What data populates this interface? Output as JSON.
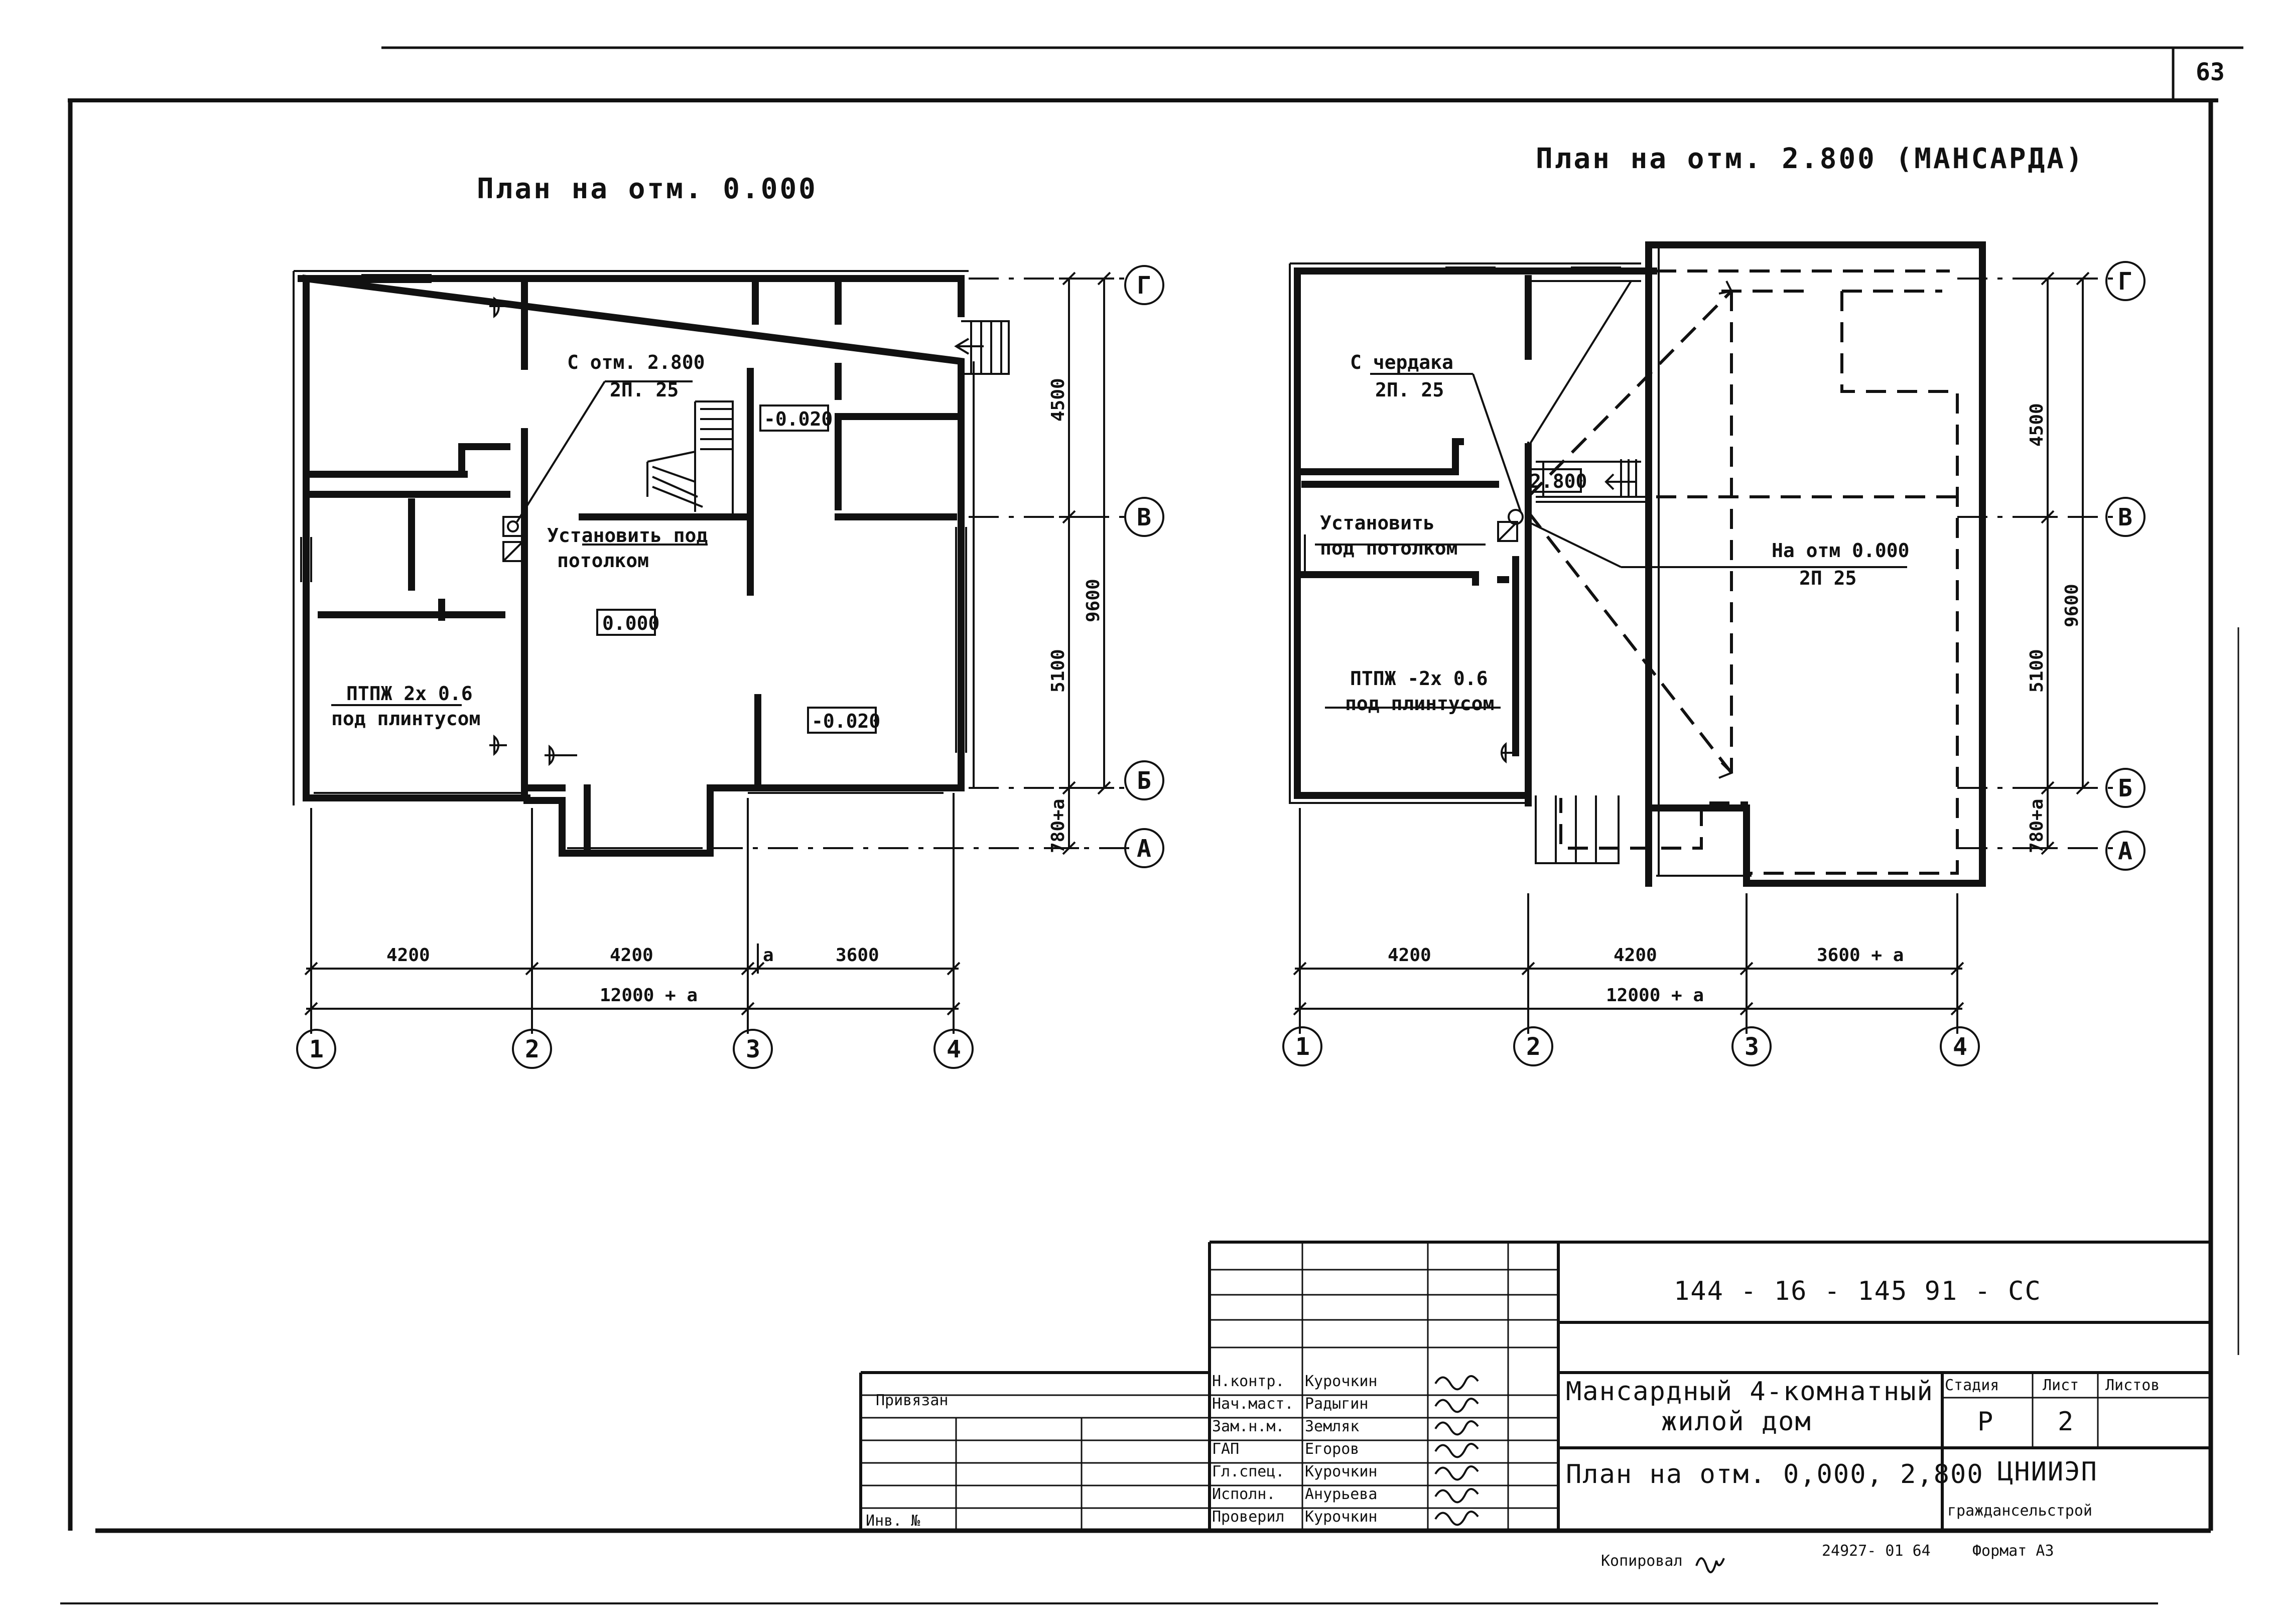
{
  "page_number": "63",
  "plan_left": {
    "title": "План на отм. 0.000",
    "note_from_2800": "С отм. 2.800",
    "note_2p25": "2П. 25",
    "note_install": "Установить под",
    "note_ceiling": "потолком",
    "note_ptpzh": "ПТПЖ 2х 0.6",
    "note_plinth": "под плинтусом",
    "mark_0000": "0.000",
    "mark_m020_a": "-0.020",
    "mark_m020_b": "-0.020",
    "dim_4500": "4500",
    "dim_9600": "9600",
    "dim_5100": "5100",
    "dim_780a": "780+a",
    "dim_4200_a": "4200",
    "dim_4200_b": "4200",
    "dim_a": "a",
    "dim_3600": "3600",
    "dim_total": "12000 + a"
  },
  "plan_right": {
    "title": "План на отм. 2.800 (МАНСАРДА)",
    "note_attic": "С чердака",
    "note_2p25": "2П. 25",
    "mark_2800": "2.800",
    "note_install": "Установить",
    "note_ceiling": "под потолком",
    "note_from_0000": "На отм 0.000",
    "note_2p25_b": "2П 25",
    "note_ptpzh": "ПТПЖ -2х 0.6",
    "note_plinth": "под плинтусом",
    "dim_4500": "4500",
    "dim_9600": "9600",
    "dim_5100": "5100",
    "dim_780a": "780+a",
    "dim_4200_a": "4200",
    "dim_4200_b": "4200",
    "dim_3600a": "3600 + a",
    "dim_total": "12000 + a"
  },
  "axes": {
    "col_1": "1",
    "col_2": "2",
    "col_3": "3",
    "col_4": "4",
    "row_g": "Г",
    "row_v": "В",
    "row_b": "Б",
    "row_a": "А"
  },
  "title_block": {
    "code": "144 - 16 - 145 91        - СС",
    "project_line1": "Мансардный 4-комнатный",
    "project_line2": "жилой дом",
    "sheet_title": "План на отм. 0,000, 2,800",
    "stage_label": "Стадия",
    "sheet_label": "Лист",
    "sheets_label": "Листов",
    "stage_value": "Р",
    "sheet_value": "2",
    "org_line1": "ЦНИИЭП",
    "org_line2": "граждансельстрой",
    "bound_label": "Привязан",
    "inv_label": "Инв. №",
    "roles": [
      {
        "role": "Н.контр.",
        "name": "Курочкин"
      },
      {
        "role": "Нач.маст.",
        "name": "Радыгин"
      },
      {
        "role": "Зам.н.м.",
        "name": "Земляк"
      },
      {
        "role": "ГАП",
        "name": "Егоров"
      },
      {
        "role": "Гл.спец.",
        "name": "Курочкин"
      },
      {
        "role": "Исполн.",
        "name": "Анурьева"
      },
      {
        "role": "Проверил",
        "name": "Курочкин"
      }
    ]
  },
  "footer": {
    "copied": "Копировал",
    "order": "24927- 01 64",
    "format": "Формат А3"
  }
}
